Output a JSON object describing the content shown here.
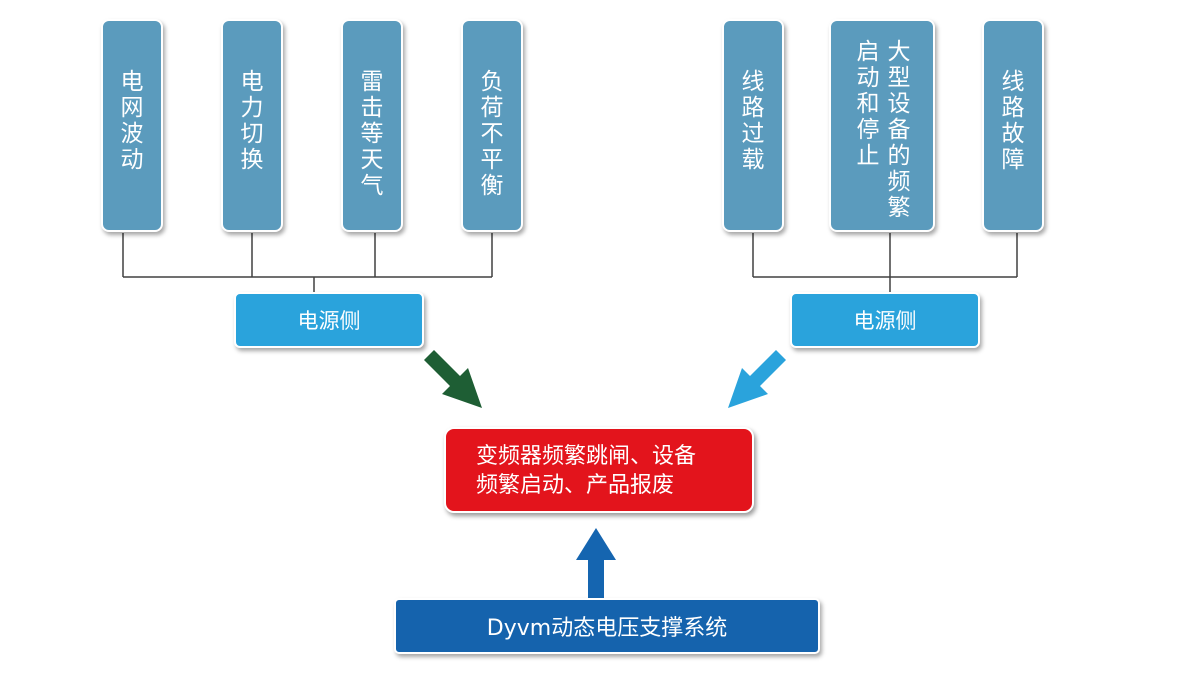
{
  "left_causes": [
    {
      "label": "电网波动"
    },
    {
      "label": "电力切换"
    },
    {
      "label": "雷击等天气"
    },
    {
      "label": "负荷不平衡"
    }
  ],
  "right_causes": [
    {
      "label": "线路过载"
    },
    {
      "col1": "大型设备的频繁",
      "col2": "启动和停止"
    },
    {
      "label": "线路故障"
    }
  ],
  "left_source": {
    "label": "电源侧"
  },
  "right_source": {
    "label": "电源侧"
  },
  "result": {
    "line1": "变频器频繁跳闸、设备",
    "line2": "频繁启动、产品报废"
  },
  "system": {
    "label": "Dyvm动态电压支撑系统"
  },
  "colors": {
    "cause_box": "#5b9bbd",
    "source_box": "#2aa3dc",
    "result_box": "#e3141c",
    "system_box": "#1563ad",
    "left_arrow": "#1e5e34",
    "right_arrow": "#2aa3dc",
    "up_arrow": "#1565b0",
    "connector": "#404040"
  }
}
